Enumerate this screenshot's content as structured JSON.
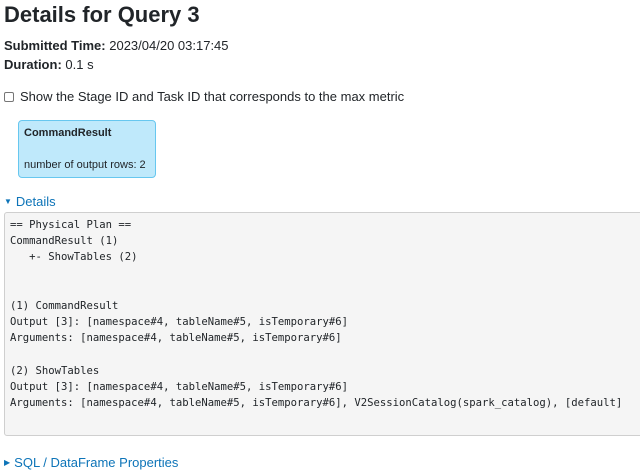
{
  "page": {
    "title": "Details for Query 3",
    "submitted_label": "Submitted Time:",
    "submitted_value": "2023/04/20 03:17:45",
    "duration_label": "Duration:",
    "duration_value": "0.1 s"
  },
  "checkbox": {
    "label": "Show the Stage ID and Task ID that corresponds to the max metric",
    "checked": false
  },
  "node": {
    "title": "CommandResult",
    "metric": "number of output rows: 2",
    "color": "#bfe9fb"
  },
  "details_toggle": {
    "label": "Details",
    "icon": "caret-down-icon"
  },
  "plan_lines": [
    "== Physical Plan ==",
    "CommandResult (1)",
    "   +- ShowTables (2)",
    "",
    "",
    "(1) CommandResult",
    "Output [3]: [namespace#4, tableName#5, isTemporary#6]",
    "Arguments: [namespace#4, tableName#5, isTemporary#6]",
    "",
    "(2) ShowTables",
    "Output [3]: [namespace#4, tableName#5, isTemporary#6]",
    "Arguments: [namespace#4, tableName#5, isTemporary#6], V2SessionCatalog(spark_catalog), [default]"
  ],
  "sql_toggle": {
    "label": "SQL / DataFrame Properties",
    "icon": "caret-right-icon"
  },
  "colors": {
    "link": "#0d74b8",
    "node_border": "#67c7ef",
    "plan_bg": "#f5f5f5"
  }
}
